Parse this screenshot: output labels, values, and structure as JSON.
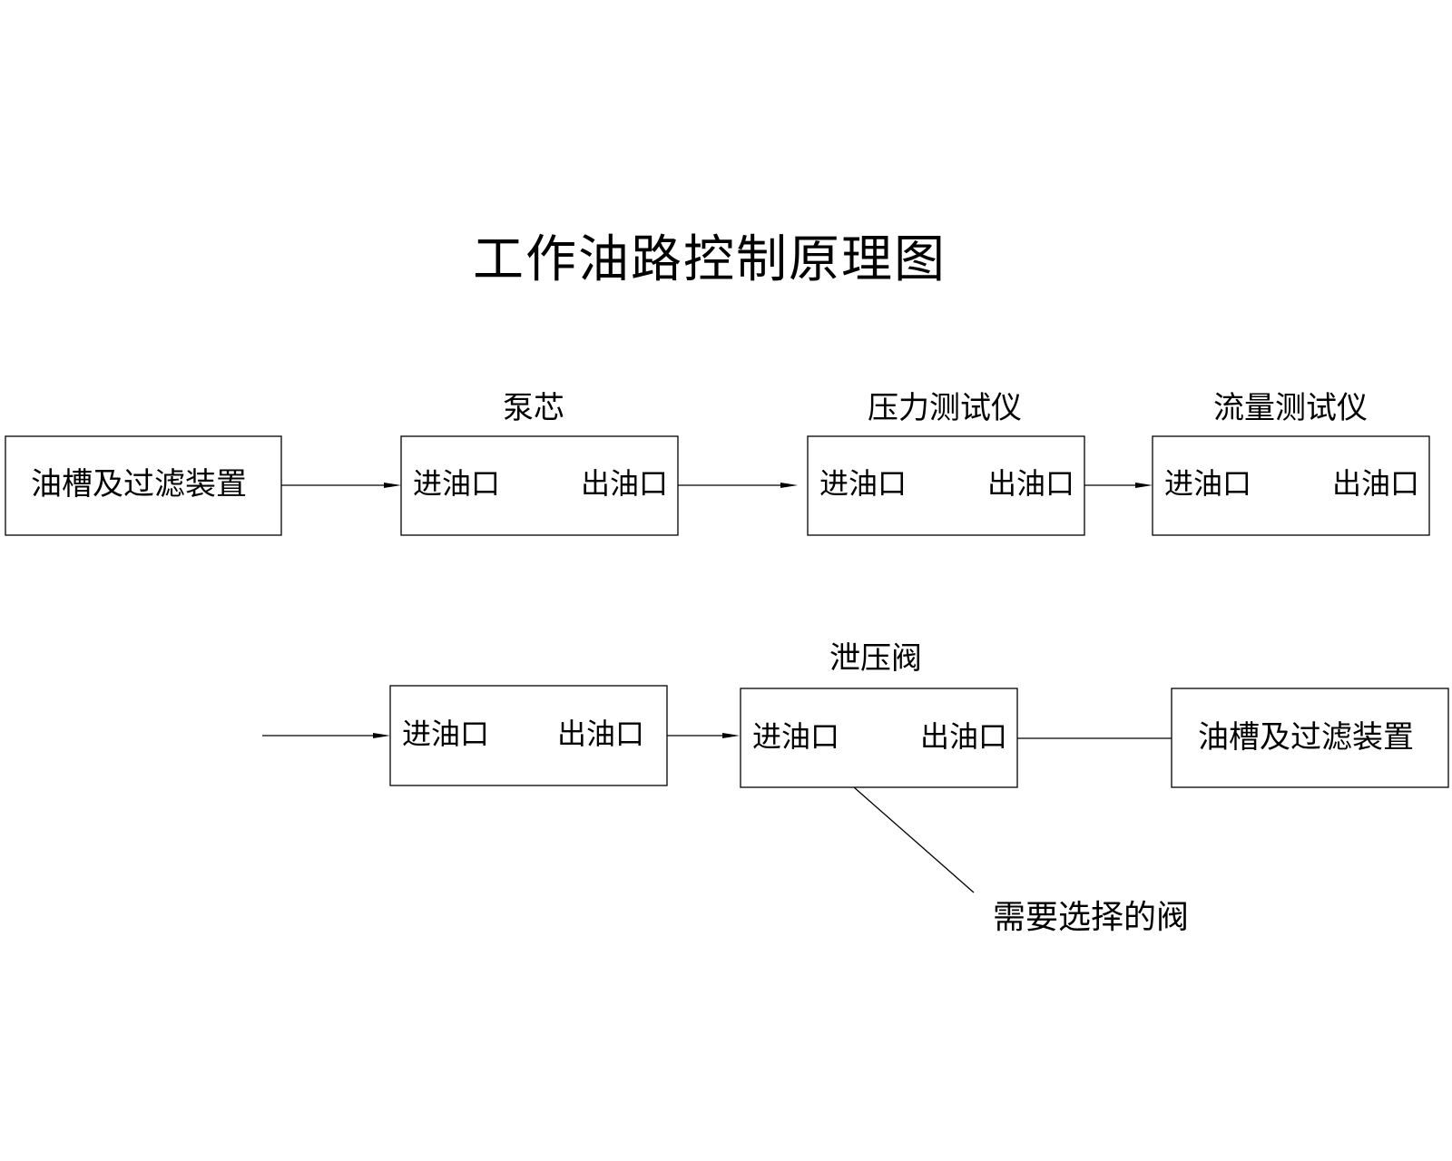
{
  "title": "工作油路控制原理图",
  "row1": {
    "source_box": {
      "text": "油槽及过滤装置"
    },
    "pump_core": {
      "label": "泵芯",
      "inlet": "进油口",
      "outlet": "出油口"
    },
    "pressure_tester": {
      "label": "压力测试仪",
      "inlet": "进油口",
      "outlet": "出油口"
    },
    "flow_tester": {
      "label": "流量测试仪",
      "inlet": "进油口",
      "outlet": "出油口"
    }
  },
  "row2": {
    "unlabeled_unit": {
      "inlet": "进油口",
      "outlet": "出油口"
    },
    "relief_valve": {
      "label": "泄压阀",
      "inlet": "进油口",
      "outlet": "出油口"
    },
    "return_box": {
      "text": "油槽及过滤装置"
    }
  },
  "note": "需要选择的阀",
  "colors": {
    "line": "#000000",
    "background": "#ffffff"
  }
}
